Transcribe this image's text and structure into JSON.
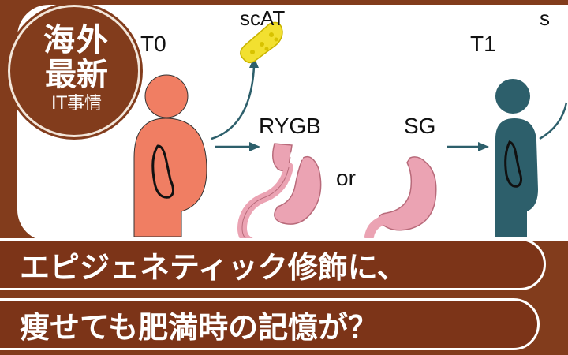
{
  "badge": {
    "line1": "海外",
    "line2": "最新",
    "line3": "IT事情"
  },
  "diagram": {
    "t0_label": "T0",
    "scat_label": "scAT",
    "rygb_label": "RYGB",
    "or_label": "or",
    "sg_label": "SG",
    "t1_label": "T1",
    "right_edge_label": "s"
  },
  "headline": {
    "line1": "エピジェネティック修飾に、",
    "line2": "痩せても肥満時の記憶が？"
  },
  "colors": {
    "brand_brown": "#823c1c",
    "obese_figure": "#f07e63",
    "lean_figure": "#2d5f6b",
    "stomach_pink": "#eba3b3",
    "fat_yellow": "#f2e030"
  }
}
